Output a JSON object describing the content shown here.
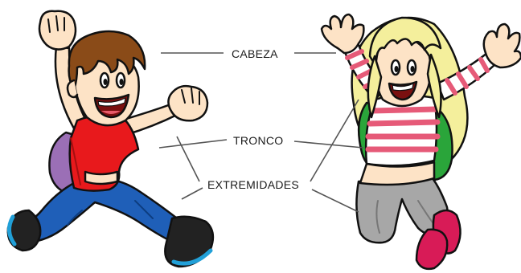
{
  "labels": {
    "head": "CABEZA",
    "trunk": "TRONCO",
    "limbs": "EXTREMIDADES"
  },
  "figures": {
    "boy": {
      "icon": "boy-character-icon"
    },
    "girl": {
      "icon": "girl-character-icon"
    }
  },
  "colors": {
    "boy_shirt": "#e8191c",
    "boy_pants": "#1f5fb8",
    "boy_hair": "#8a4b18",
    "boy_backpack": "#9b6fb6",
    "girl_hair": "#f4ef9c",
    "girl_shirt_stripe": "#e65a78",
    "girl_pants": "#a7a7a7",
    "girl_backpack": "#2aa53a",
    "girl_shoes": "#d81b57",
    "skin": "#fde3c6",
    "leader_line": "#555555"
  }
}
